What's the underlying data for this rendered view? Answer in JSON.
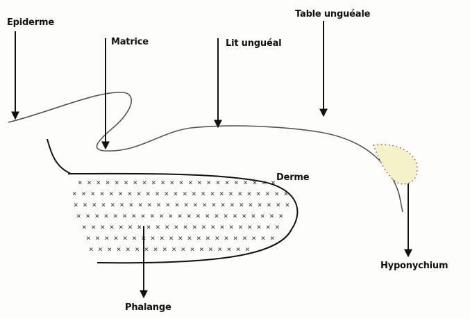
{
  "labels": {
    "epiderme": "Epiderme",
    "matrice": "Matrice",
    "lit_ungueal": "Lit unguéal",
    "table_ungueale": "Table unguéale",
    "derme": "Derme",
    "hyponychium": "Hyponychium",
    "phalange": "Phalange"
  },
  "colors": {
    "ink": "#111111",
    "nail_line": "#555555",
    "hyponychium_fill": "#f4f2c8",
    "hyponychium_dots": "#b0303a"
  }
}
